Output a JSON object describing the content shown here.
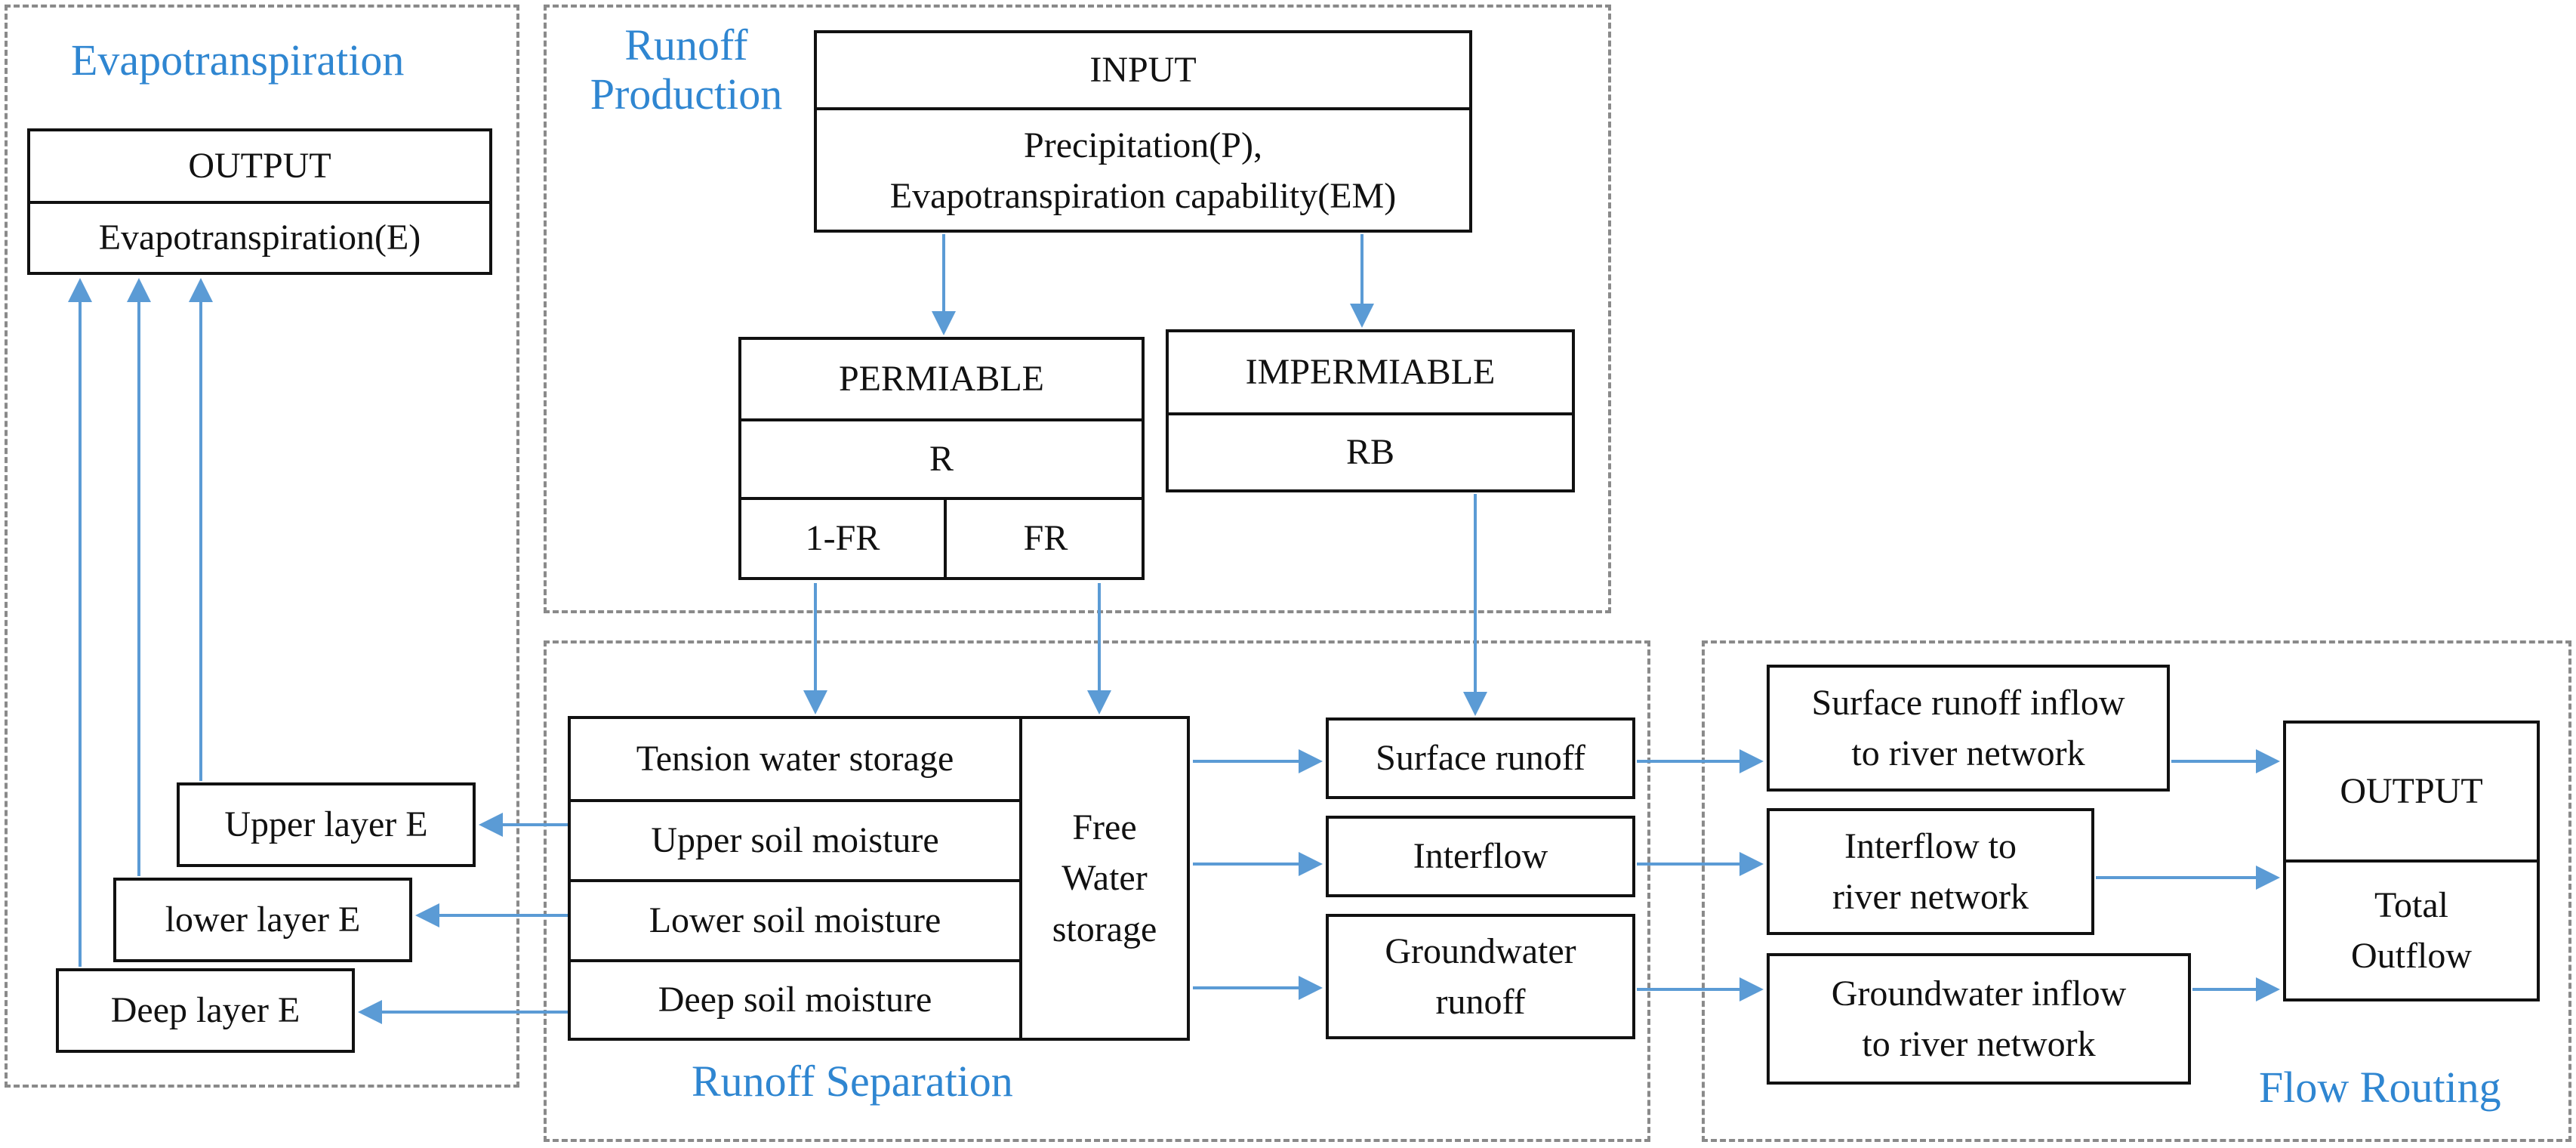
{
  "panels": {
    "evapotranspiration": {
      "title": "Evapotranspiration"
    },
    "runoff_production": {
      "title": "Runoff\nProduction"
    },
    "runoff_separation": {
      "title": "Runoff Separation"
    },
    "flow_routing": {
      "title": "Flow Routing"
    }
  },
  "evap_output": {
    "header": "OUTPUT",
    "value": "Evapotranspiration(E)"
  },
  "layers_e": {
    "upper": "Upper layer E",
    "lower": "lower layer E",
    "deep": "Deep layer E"
  },
  "input": {
    "header": "INPUT",
    "value": "Precipitation(P),\nEvapotranspiration capability(EM)"
  },
  "permiable": {
    "header": "PERMIABLE",
    "r": "R",
    "left": "1-FR",
    "right": "FR"
  },
  "impermiable": {
    "header": "IMPERMIABLE",
    "rb": "RB"
  },
  "storage": {
    "tension": "Tension water storage",
    "upper": "Upper soil moisture",
    "lower": "Lower soil moisture",
    "deep": "Deep soil moisture",
    "free": "Free\nWater\nstorage"
  },
  "runoff": {
    "surface": "Surface runoff",
    "interflow": "Interflow",
    "groundwater": "Groundwater\nrunoff"
  },
  "routing": {
    "surface": "Surface runoff  inflow\nto river network",
    "interflow": "Interflow to\nriver network",
    "groundwater": "Groundwater inflow\nto river network"
  },
  "final_output": {
    "header": "OUTPUT",
    "value": "Total\nOutflow"
  },
  "colors": {
    "accent": "#2f86d1",
    "arrow": "#5b9bd5",
    "border": "#111111",
    "panel_border": "#8a8a8a"
  }
}
